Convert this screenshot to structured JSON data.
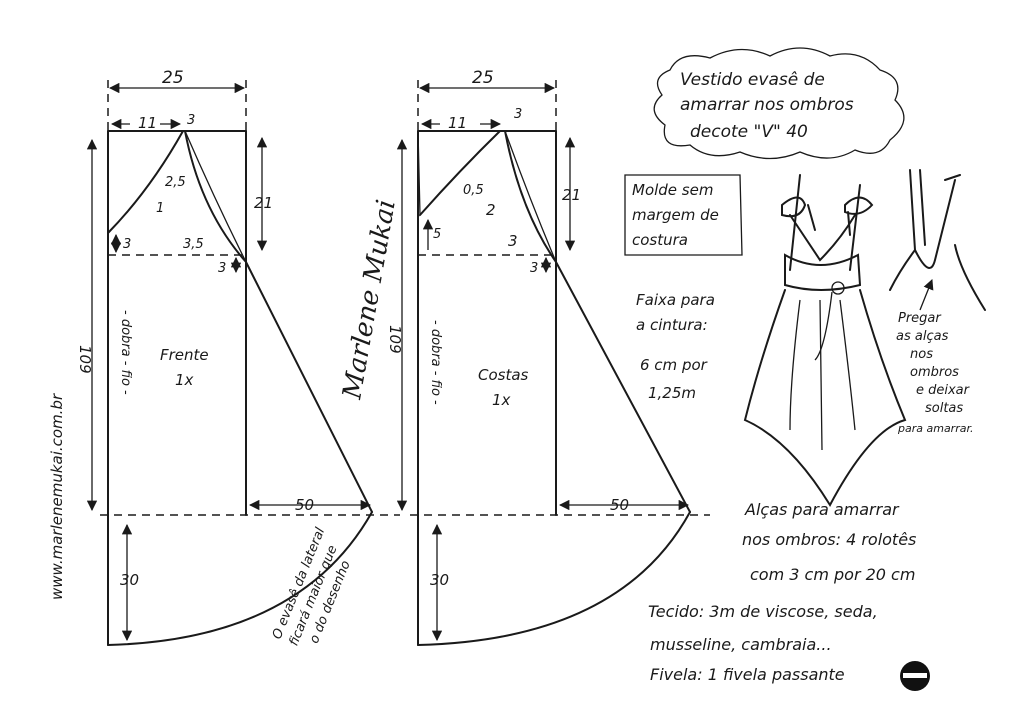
{
  "title": {
    "line1": "Vestido evasê de",
    "line2": "amarrar nos ombros",
    "line3": "decote \"V\" 40"
  },
  "mold_note": {
    "line1": "Molde sem",
    "line2": "margem de",
    "line3": "costura"
  },
  "waist_tie": {
    "line1": "Faixa para",
    "line2": "a cintura:",
    "line3": "6 cm por",
    "line4": "1,25m"
  },
  "attach_note": {
    "line1": "Pregar",
    "line2": "as alças",
    "line3": "nos",
    "line4": "ombros",
    "line5": "e deixar",
    "line6": "soltas",
    "line7": "para amarrar."
  },
  "straps": {
    "line1": "Alças para amarrar",
    "line2": "nos ombros: 4 rolotês",
    "line3": "com 3 cm por 20 cm"
  },
  "fabric": {
    "line1": "Tecido: 3m  de viscose, seda,",
    "line2": "musseline, cambraia..."
  },
  "buckle": "Fivela: 1 fivela passante",
  "website": "www.marlenemukai.com.br",
  "signature": "Marlene Mukai",
  "flare_note": {
    "line1": "O evasê da lateral",
    "line2": "ficará maior que",
    "line3": "o do desenho"
  },
  "front": {
    "label": "Frente",
    "count": "1x",
    "fold": "- dobra - fio -",
    "width": "25",
    "neck_width": "11",
    "shoulder": "3",
    "armhole_depth": "21",
    "neck_drop": "3",
    "neck_curve": "1",
    "armhole_curve_top": "2,5",
    "armhole_curve_bottom": "3,5",
    "side_drop": "3",
    "length": "109",
    "flare": "50",
    "hem_drop": "30"
  },
  "back": {
    "label": "Costas",
    "count": "1x",
    "fold": "- dobra - fio -",
    "width": "25",
    "neck_width": "11",
    "shoulder": "3",
    "armhole_depth": "21",
    "neck_drop": "5",
    "neck_curve": "0,5",
    "armhole_curve_top": "2",
    "armhole_curve_bottom": "3",
    "side_drop": "3",
    "length": "109",
    "flare": "50",
    "hem_drop": "30"
  }
}
